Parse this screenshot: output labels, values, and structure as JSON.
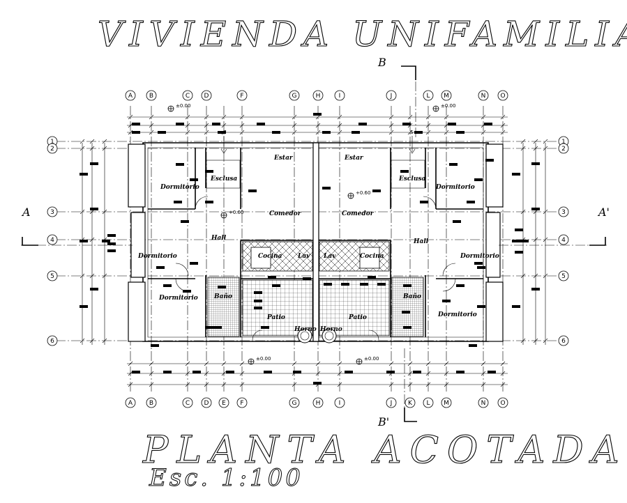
{
  "title": "VIVIENDA UNIFAMILIAR",
  "subtitle": "PLANTA ACOTADA",
  "scale": "Esc.  1:100",
  "section_cuts": {
    "a_left": "A",
    "a_right": "A'",
    "b_top": "B",
    "b_bottom": "B'"
  },
  "top_axes": [
    "A",
    "B",
    "C",
    "D",
    "F",
    "G",
    "H",
    "I",
    "J",
    "L",
    "M",
    "N",
    "O"
  ],
  "bottom_axes": [
    "A",
    "B",
    "C",
    "D",
    "E",
    "F",
    "G",
    "H",
    "I",
    "J",
    "K",
    "L",
    "M",
    "N",
    "O"
  ],
  "row_axes": [
    "1",
    "2",
    "3",
    "4",
    "5",
    "6"
  ],
  "levels": {
    "top_left": "±0.00",
    "top_right": "±0.00",
    "center_left": "+0.60",
    "center_right": "+0.60",
    "bottom_left": "±0.00",
    "bottom_right": "±0.00"
  },
  "rooms": {
    "estar_l": "Estar",
    "estar_r": "Estar",
    "esclusa_l": "Esclusa",
    "esclusa_r": "Esclusa",
    "dorm_tl": "Dormitorio",
    "dorm_tr": "Dormitorio",
    "comedor_l": "Comedor",
    "comedor_r": "Comedor",
    "hall_l": "Hall",
    "hall_r": "Hall",
    "dorm_ml": "Dormitorio",
    "dorm_mr": "Dormitorio",
    "cocina_l": "Cocina",
    "cocina_r": "Cocina",
    "lav_l": "Lav",
    "lav_r": "Lav",
    "dorm_bl": "Dormitorio",
    "dorm_br": "Dormitorio",
    "bano_l": "Baño",
    "bano_r": "Baño",
    "patio_l": "Patio",
    "patio_r": "Patio",
    "horno_l": "Horno",
    "horno_r": "Horno"
  },
  "stair_marker": "S"
}
